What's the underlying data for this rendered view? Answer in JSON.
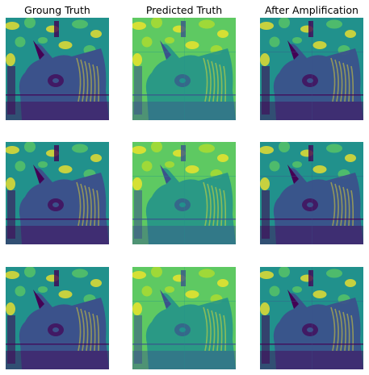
{
  "figure": {
    "column_titles": [
      "Groung Truth",
      "Predicted Truth",
      "After Amplification"
    ],
    "rows": 3,
    "columns": 3,
    "colormap": "viridis",
    "palette": {
      "dark_purple": "#440154",
      "indigo": "#3b528b",
      "teal": "#21918c",
      "green": "#5ec962",
      "yellow": "#fde725"
    },
    "panel_subject": "rhinoceros head over leafy background (viridis colormap)"
  }
}
